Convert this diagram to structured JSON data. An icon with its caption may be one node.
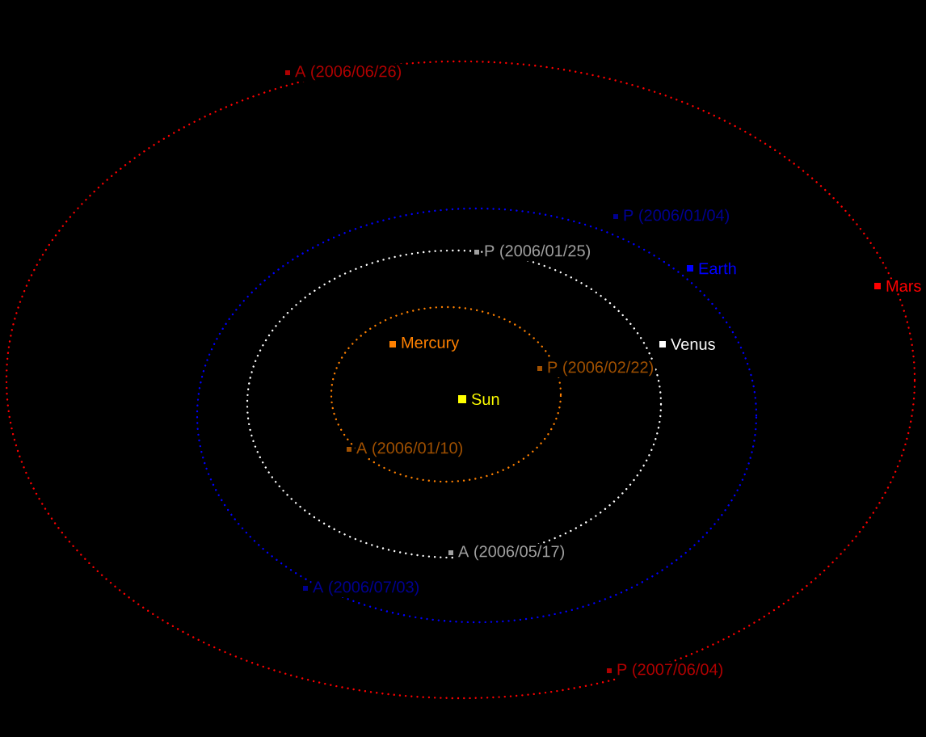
{
  "diagram": {
    "labels": [
      "A (2006/06/26)",
      "P (2006/01/04)",
      "Earth",
      "Mars",
      "P (2006/01/25)",
      "Mercury",
      "Venus",
      "P (2006/02/22)",
      "Sun",
      "A (2006/01/10)",
      "A (2006/05/17)",
      "A (2006/07/03)",
      "P (2007/06/04)"
    ]
  }
}
